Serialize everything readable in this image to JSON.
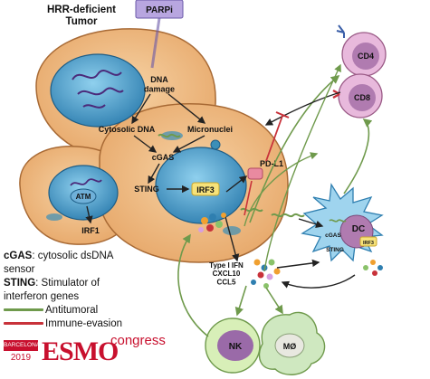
{
  "tumor_title": "HRR-deficient\nTumor",
  "drug": "PARPi",
  "nodes": {
    "dna_damage": "DNA\ndamage",
    "cytosolic_dna": "Cytosolic DNA",
    "micronuclei": "Micronuclei",
    "cgas": "cGAS",
    "sting": "STING",
    "irf3": "IRF3",
    "pdl1": "PD-L1",
    "atm": "ATM",
    "irf1": "IRF1",
    "ifn": "Type I IFN\nCXCL10\nCCL5"
  },
  "cells": {
    "cd4": "CD4",
    "cd8": "CD8",
    "dc": "DC",
    "dc_cgas": "cGAS",
    "dc_sting": "STING",
    "dc_irf3": "IRF3",
    "nk": "NK",
    "macrophage": "MØ"
  },
  "legend": {
    "cgas_term": "cGAS",
    "cgas_desc": ": cytosolic dsDNA\nsensor",
    "sting_term": "STING",
    "sting_desc": ": Stimulator of\ninterferon genes",
    "antitumoral": "Antitumoral",
    "immune_evasion": "Immune-evasion"
  },
  "logo": {
    "city": "BARCELONA",
    "year": "2019",
    "name": "ESMO",
    "suffix": "congress"
  },
  "colors": {
    "antitumoral": "#6f9a4c",
    "immune_evasion": "#c8323a",
    "cell": "#f2c38d",
    "nucleus": "#3b8fb8",
    "drug_box": "#b8a6e0"
  }
}
